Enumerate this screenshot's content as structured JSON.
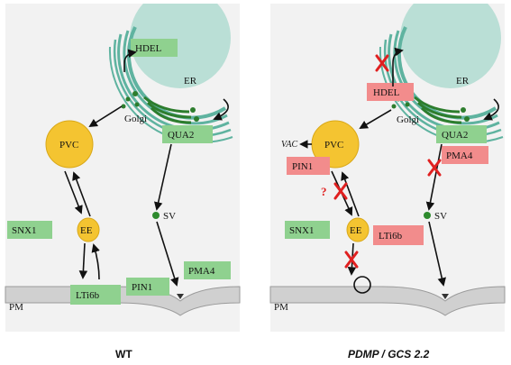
{
  "panels": {
    "left": {
      "caption": "WT",
      "labels": {
        "er": "ER",
        "golgi": "Golgi",
        "pvc": "PVC",
        "ee": "EE",
        "sv": "SV",
        "pm": "PM",
        "hdel": "HDEL",
        "qua2": "QUA2",
        "snx1": "SNX1",
        "lti6b": "LTi6b",
        "pin1": "PIN1",
        "pma4": "PMA4"
      }
    },
    "right": {
      "caption": "PDMP / GCS 2.2",
      "labels": {
        "er": "ER",
        "golgi": "Golgi",
        "pvc": "PVC",
        "vac": "VAC",
        "ee": "EE",
        "sv": "SV",
        "pm": "PM",
        "hdel": "HDEL",
        "qua2": "QUA2",
        "snx1": "SNX1",
        "lti6b": "LTi6b",
        "pin1": "PIN1",
        "pma4": "PMA4",
        "question": "?"
      }
    }
  },
  "colors": {
    "green_box": "#8fd18f",
    "red_box": "#f28c8c",
    "vesicle": "#f4c431",
    "er": "#7fc6b6",
    "cross": "#e02020",
    "pm": "#c8c8c8",
    "panel_bg": "#f2f2f2"
  }
}
